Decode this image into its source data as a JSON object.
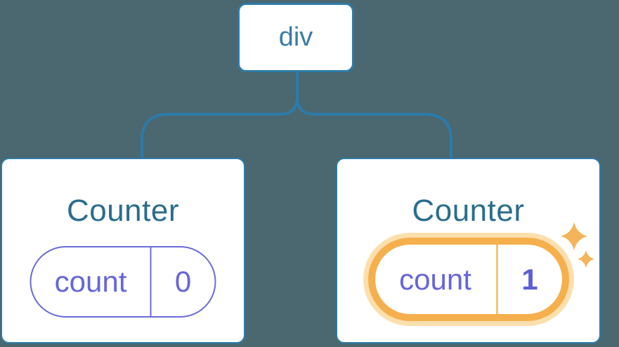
{
  "colors": {
    "background": "#4B6770",
    "line_blue": "#2D7BA9",
    "node_text_blue": "#3A7CA8",
    "title_blue": "#2B6D8D",
    "state_purple": "#6565DB",
    "state_border_purple": "#6A6AD8",
    "highlight_orange": "#F5AF4D",
    "highlight_glow": "#FBDFAD",
    "highlight_divider": "#F7C473",
    "sparkle_orange": "#F4B459",
    "value_bold_indigo": "#5A5FD6",
    "card_background": "#FFFFFF"
  },
  "tree": {
    "root": {
      "label": "div"
    },
    "children": [
      {
        "title": "Counter",
        "state": {
          "key": "count",
          "value": "0"
        },
        "highlighted": false
      },
      {
        "title": "Counter",
        "state": {
          "key": "count",
          "value": "1"
        },
        "highlighted": true
      }
    ]
  }
}
